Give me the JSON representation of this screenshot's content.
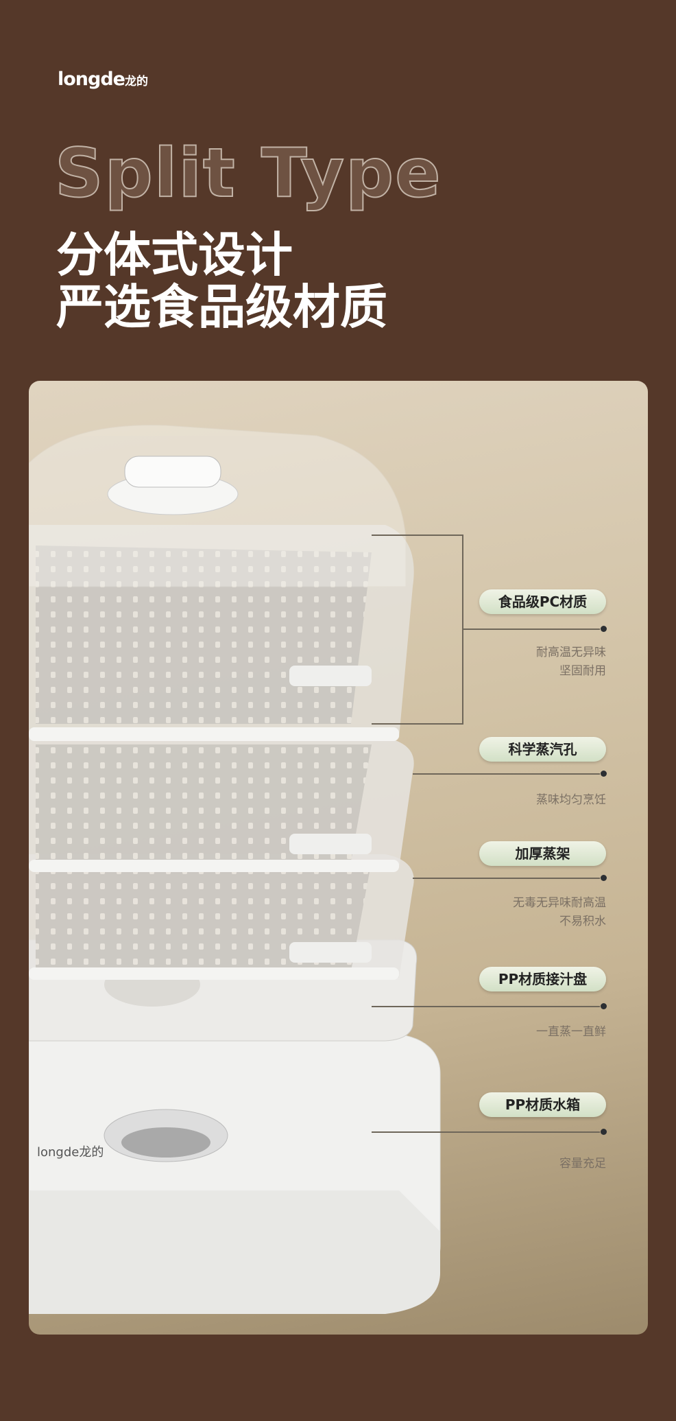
{
  "brand": {
    "logo_text": "longde",
    "logo_cn": "龙的"
  },
  "header": {
    "english_title": "Split Type",
    "title_line1": "分体式设计",
    "title_line2": "严选食品级材质"
  },
  "product": {
    "body_logo": "longde龙的"
  },
  "features": [
    {
      "label": "食品级PC材质",
      "desc": [
        "耐高温无异味",
        "坚固耐用"
      ]
    },
    {
      "label": "科学蒸汽孔",
      "desc": [
        "蒸味均匀烹饪"
      ]
    },
    {
      "label": "加厚蒸架",
      "desc": [
        "无毒无异味耐高温",
        "不易积水"
      ]
    },
    {
      "label": "PP材质接汁盘",
      "desc": [
        "一直蒸一直鲜"
      ]
    },
    {
      "label": "PP材质水箱",
      "desc": [
        "容量充足"
      ]
    }
  ],
  "colors": {
    "background": "#553829",
    "pill": "#dfe8d4",
    "dot": "#2c2f33"
  }
}
